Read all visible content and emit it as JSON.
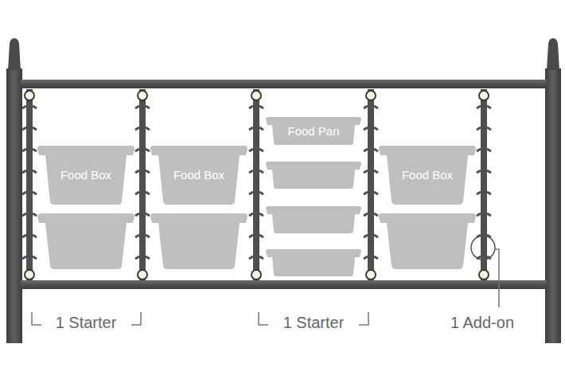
{
  "diagram": {
    "nodes": [
      {
        "text": [
          "Food Box"
        ]
      },
      {
        "text": [
          "Food Box"
        ]
      },
      {
        "text": [
          "Food Pan"
        ]
      },
      {
        "text": [
          "Food Box"
        ]
      }
    ],
    "labels": [
      "1 Starter",
      "1 Starter",
      "1 Add-on"
    ]
  }
}
